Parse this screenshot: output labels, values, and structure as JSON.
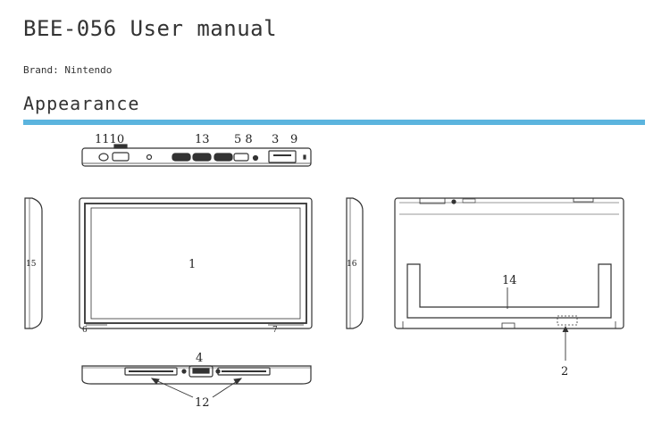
{
  "document": {
    "title": "BEE-056 User manual",
    "brand_line": "Brand: Nintendo",
    "section_title": "Appearance",
    "accent_color": "#5bb4de"
  },
  "diagram": {
    "callouts": {
      "c1110": "1110",
      "c13": "13",
      "c58": "5 8",
      "c3": "3",
      "c9": "9",
      "c15": "15",
      "c1": "1",
      "c16": "16",
      "c6": "6",
      "c7": "7",
      "c14": "14",
      "c2": "2",
      "c4": "4",
      "c12": "12"
    }
  }
}
